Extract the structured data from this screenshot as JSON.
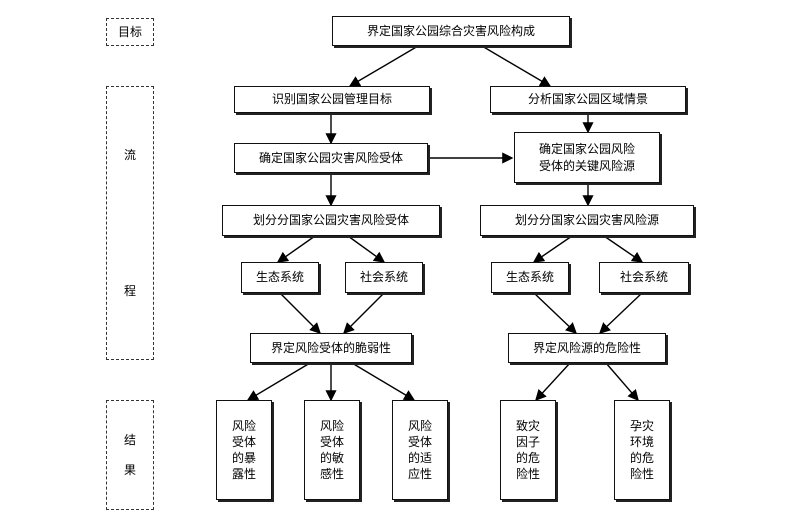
{
  "stages": {
    "goal": "目标",
    "process_1": "流",
    "process_2": "程",
    "result_1": "结",
    "result_2": "果"
  },
  "goal": "界定国家公园综合灾害风险构成",
  "left": {
    "identify": "识别国家公园管理目标",
    "receptor": "确定国家公园灾害风险受体",
    "classify": "划分分国家公园灾害风险受体",
    "eco": "生态系统",
    "social": "社会系统",
    "vulnerability": "界定风险受体的脆弱性",
    "results": [
      [
        "风险",
        "受体",
        "的暴",
        "露性"
      ],
      [
        "风险",
        "受体",
        "的敏",
        "感性"
      ],
      [
        "风险",
        "受体",
        "的适",
        "应性"
      ]
    ]
  },
  "right": {
    "analyze": "分析国家公园区域情景",
    "keysource": [
      "确定国家公园风险",
      "受体的关键风险源"
    ],
    "classify": "划分分国家公园灾害风险源",
    "eco": "生态系统",
    "social": "社会系统",
    "danger": "界定风险源的危险性",
    "results": [
      [
        "致灾",
        "因子",
        "的危",
        "险性"
      ],
      [
        "孕灾",
        "环境",
        "的危",
        "险性"
      ]
    ]
  }
}
